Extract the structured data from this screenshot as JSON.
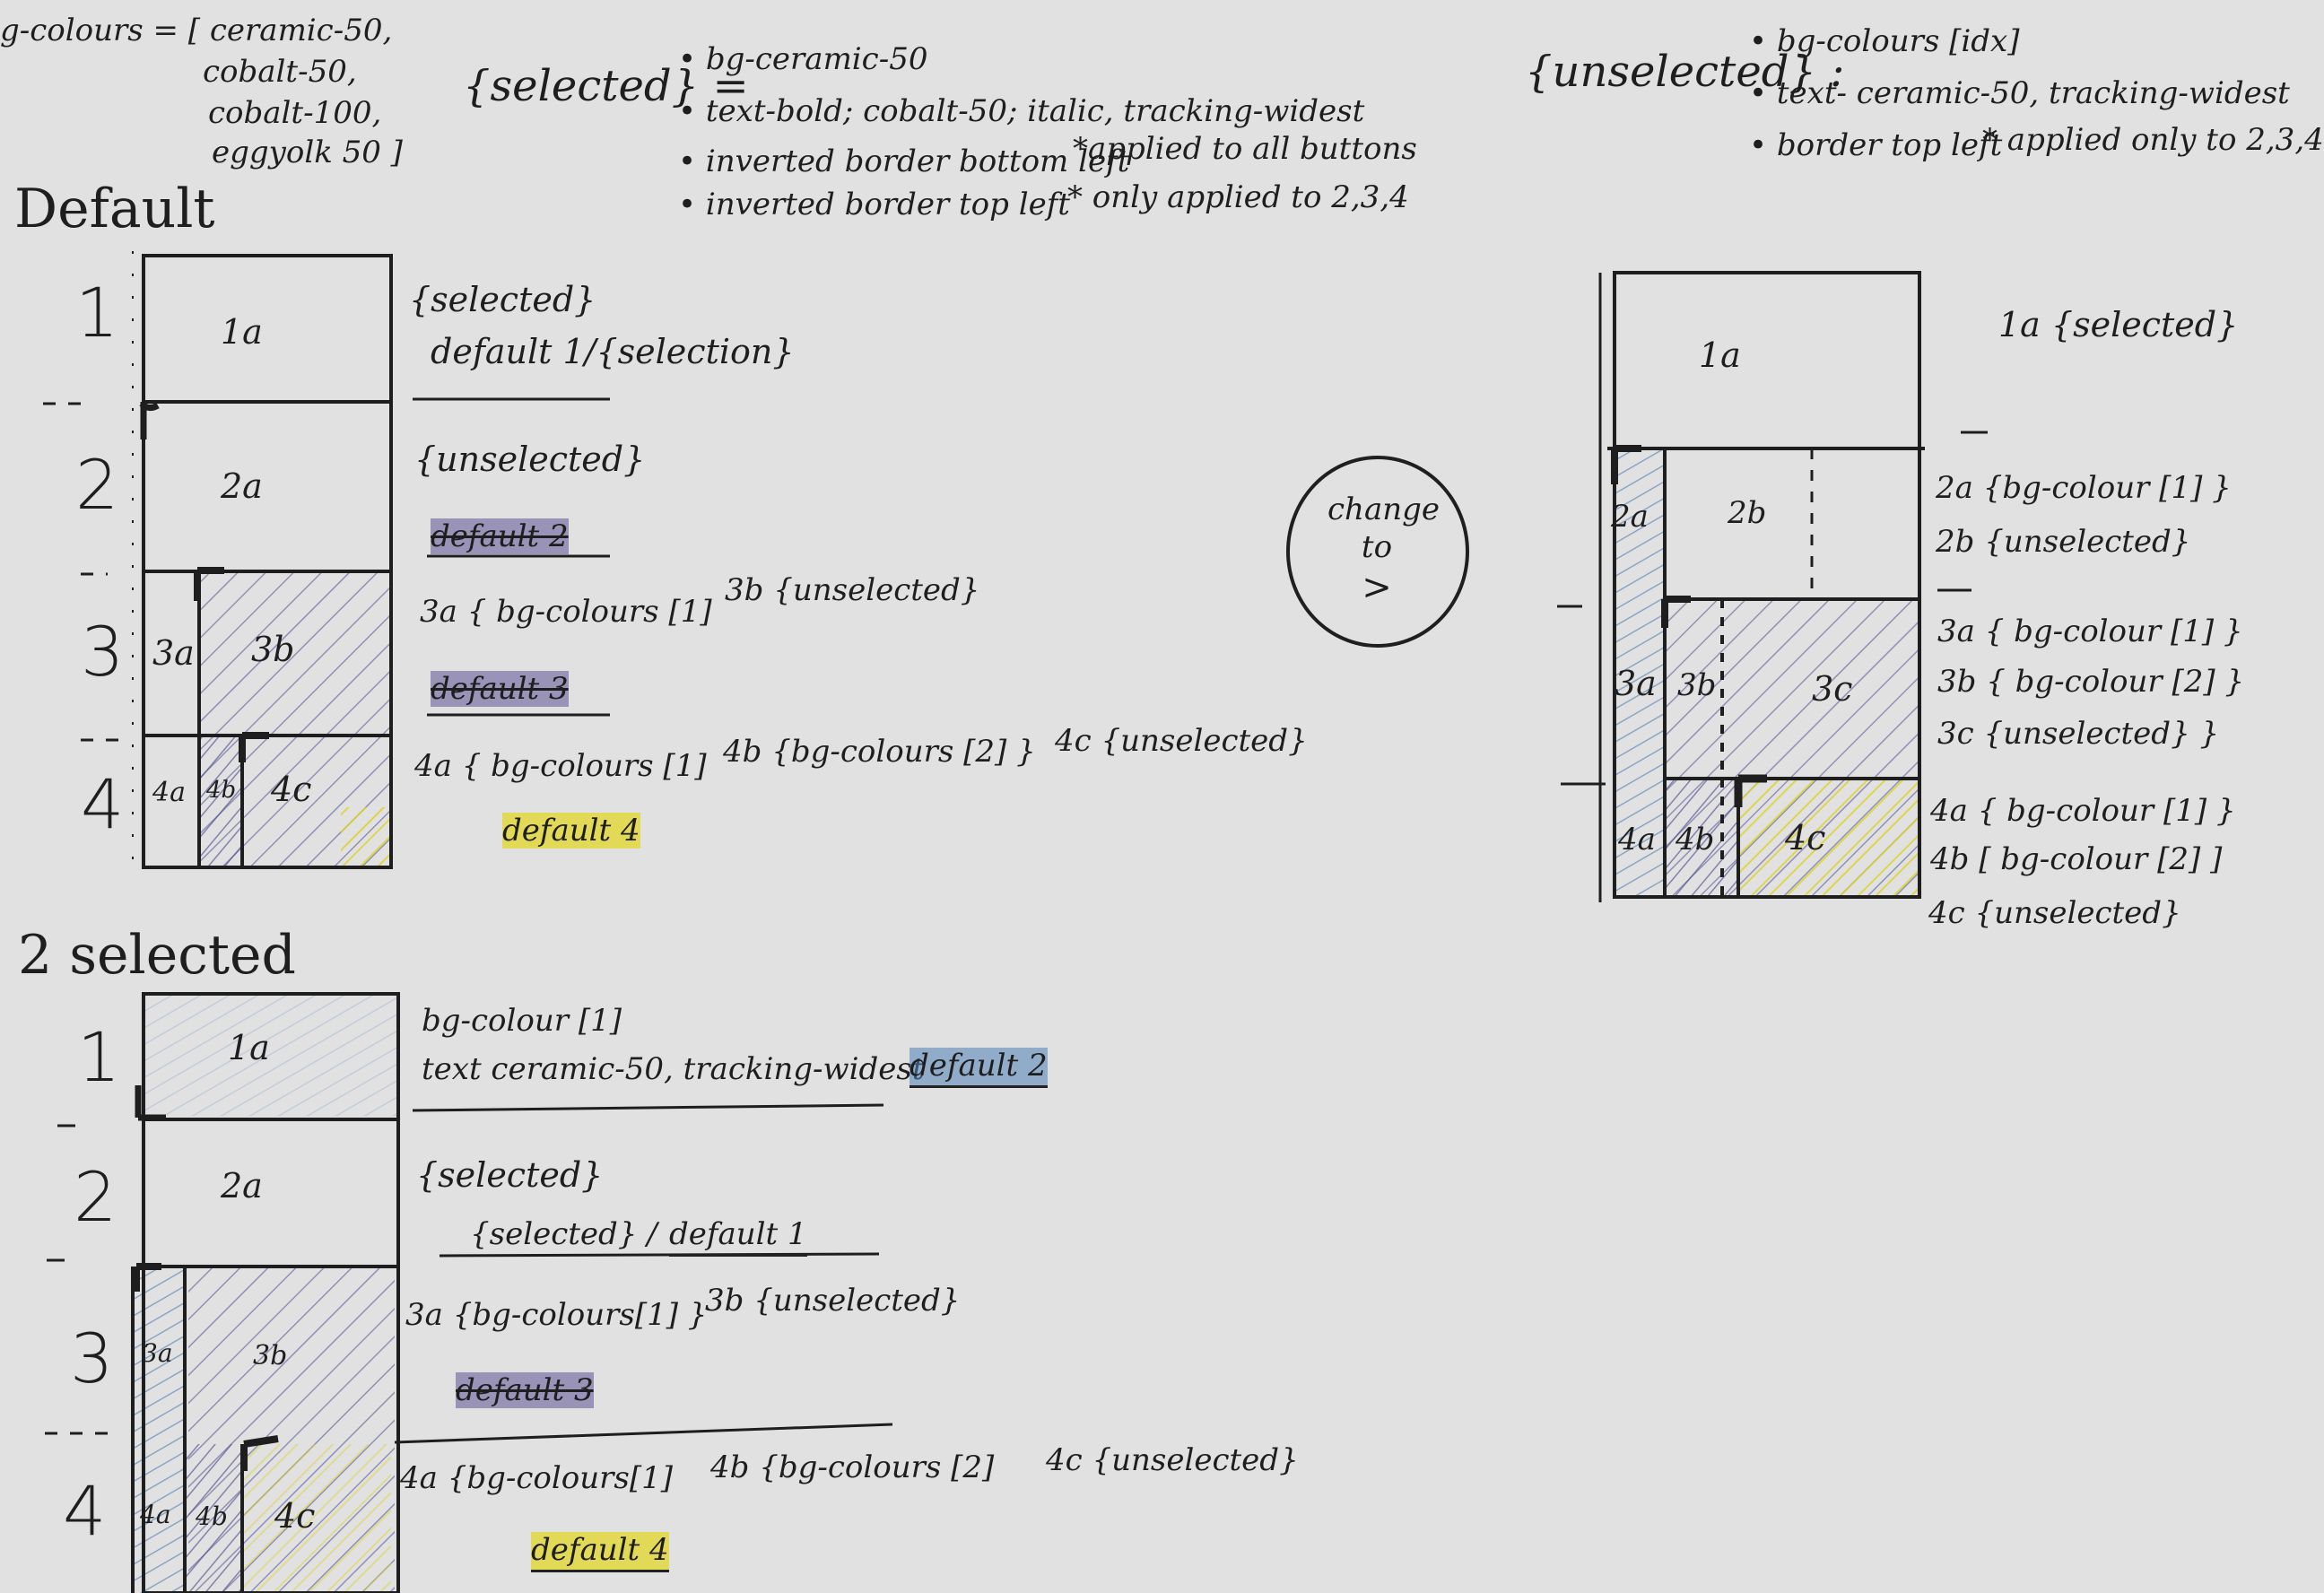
{
  "colors": {
    "hatch_purple": "#5a5a96",
    "hatch_blue": "#4f7fb0",
    "hatch_yellow": "#dcd234",
    "ink": "#1e1e1e",
    "paper": "#e1e1e2"
  },
  "header": {
    "colours_def": {
      "lead": "g-colours = [ ceramic-50,",
      "line2": "cobalt-50,",
      "line3": "cobalt-100,",
      "line4": "eggyolk 50 ]"
    },
    "selected_def": {
      "token": "{selected} =",
      "b1": "• bg-ceramic-50",
      "b2": "• text-bold; cobalt-50; italic, tracking-widest",
      "b3": "• inverted border bottom left",
      "b3_note": "*applied to all buttons",
      "b4": "• inverted border top left",
      "b4_note": "* only applied to 2,3,4"
    },
    "unselected_def": {
      "token": "{unselected} :",
      "b1": "• bg-colours [idx]",
      "b2": "• text- ceramic-50, tracking-widest",
      "b3": "• border top left",
      "b3_note": "* applied only to 2,3,4"
    }
  },
  "default_section": {
    "title": "Default",
    "row_numbers": [
      "1",
      "2",
      "3",
      "4"
    ],
    "cells": {
      "r1a": "1a",
      "r2a": "2a",
      "r3a": "3a",
      "r3b": "3b",
      "r4a": "4a",
      "r4b": "4b",
      "r4c": "4c"
    },
    "notes": {
      "r1_line1": "{selected}",
      "r1_line2": "default 1/{selection}",
      "r2_line1": "{unselected}",
      "r2_line2": "default 2",
      "r3_3a": "3a { bg-colours [1]",
      "r3_3b": "3b {unselected}",
      "r3_line2": "default 3",
      "r4_4a": "4a { bg-colours [1]",
      "r4_4b": "4b {bg-colours [2] }",
      "r4_4c": "4c {unselected}",
      "r4_line2": "default 4"
    }
  },
  "selected2_section": {
    "title": "2 selected",
    "row_numbers": [
      "1",
      "2",
      "3",
      "4"
    ],
    "cells": {
      "r1a": "1a",
      "r2a": "2a",
      "r3a": "3a",
      "r3b": "3b",
      "r4a": "4a",
      "r4b": "4b",
      "r4c": "4c"
    },
    "notes": {
      "r1_line1": "bg-colour [1]",
      "r1_line2": "text ceramic-50, tracking-widest",
      "r1_tag": "default 2",
      "r2_line1": "{selected}",
      "r2_line2a": "{selected} / ",
      "r2_line2b": "default 1",
      "r3_3a": "3a {bg-colours[1] }",
      "r3_3b": "3b {unselected}",
      "r3_line2": "default 3",
      "r4_4a": "4a {bg-colours[1]",
      "r4_4b": "4b {bg-colours [2]",
      "r4_4c": "4c {unselected}",
      "r4_line2": "default 4"
    }
  },
  "change": {
    "line1": "change",
    "line2": "to",
    "line3": ">"
  },
  "right_section": {
    "cells": {
      "c1a": "1a",
      "c2a": "2a",
      "c2b": "2b",
      "c3a": "3a",
      "c3b": "3b",
      "c3c": "3c",
      "c4a": "4a",
      "c4b": "4b",
      "c4c": "4c"
    },
    "notes": {
      "n1a": "1a {selected}",
      "n2a": "2a {bg-colour [1] }",
      "n2b": "2b {unselected}",
      "n3a": "3a { bg-colour [1] }",
      "n3b": "3b { bg-colour [2] }",
      "n3c": "3c {unselected} }",
      "n4a": "4a { bg-colour [1] }",
      "n4b": "4b [ bg-colour [2] ]",
      "n4c": "4c {unselected}"
    }
  }
}
